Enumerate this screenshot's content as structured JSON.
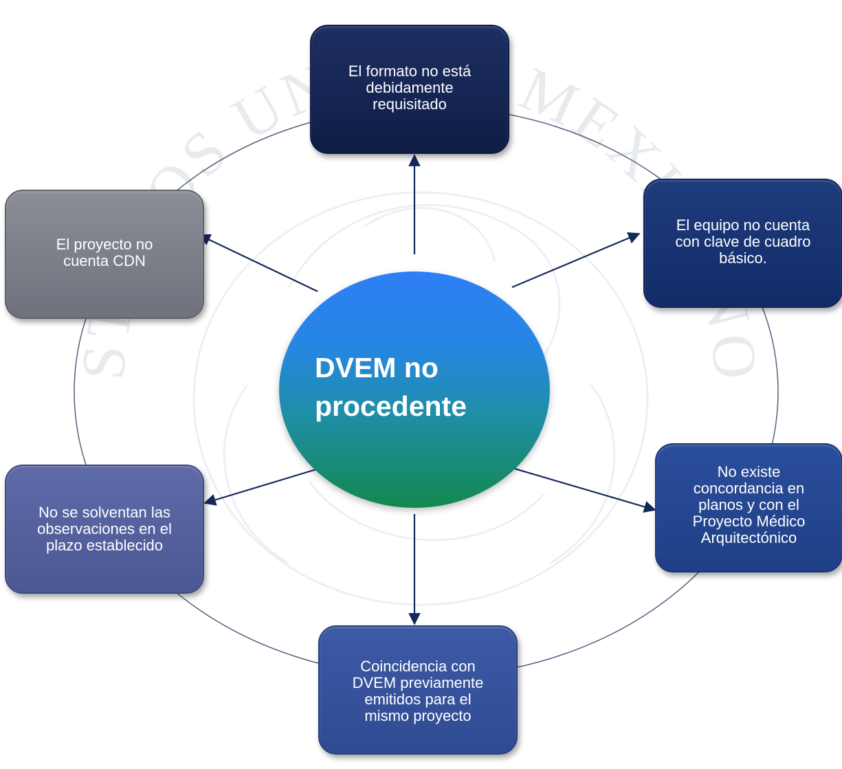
{
  "center": {
    "title": "DVEM    no\nprocedente"
  },
  "nodes": {
    "top": "El formato no está\ndebidamente\nrequisitado",
    "right": "El equipo no cuenta\ncon clave de cuadro\nbásico.",
    "lower_right": "No existe\nconcordancia en\nplanos y con el\nProyecto Médico\nArquitectónico",
    "bottom": "Coincidencia con\nDVEM previamente\nemitidos para el\nmismo proyecto",
    "lower_left": "No se solventan las\nobservaciones en el\nplazo establecido",
    "left": "El proyecto no\ncuenta CDN"
  },
  "watermark": {
    "text": "ESTADOS UNIDOS MEXICANOS",
    "color": "#cfd3da"
  },
  "colors": {
    "arrow": "#15285a",
    "ring": "#55607e",
    "center_top": "#2d7ff5",
    "center_bottom": "#13884f"
  }
}
